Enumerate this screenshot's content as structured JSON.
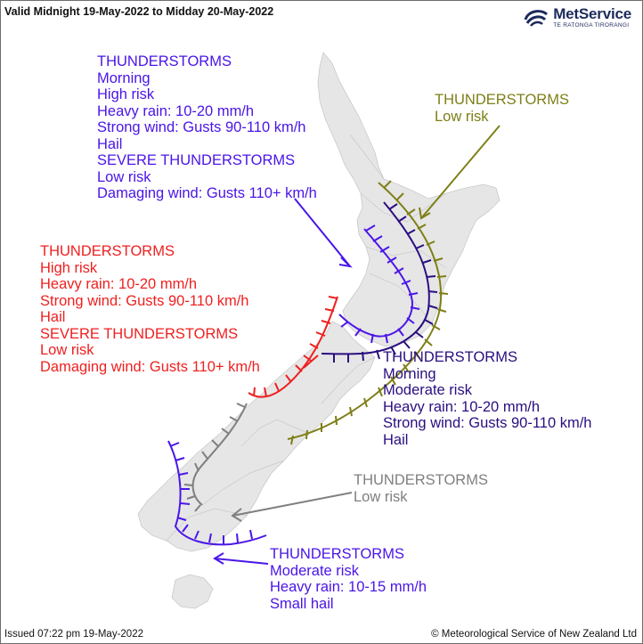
{
  "header": {
    "valid": "Valid Midnight 19-May-2022 to Midday 20-May-2022",
    "issued": "Issued 07:22 pm 19-May-2022",
    "copyright": "© Meteorological Service of New Zealand Ltd"
  },
  "brand": {
    "name": "MetService",
    "tagline": "TE RATONGA TIRORANGI"
  },
  "colors": {
    "blue": "#4b16e8",
    "red": "#ef2020",
    "olive": "#7e7f17",
    "navy": "#2a0e80",
    "grey": "#7f7f7f",
    "land": "#e6e6e6",
    "borders": "#bdbdbd"
  },
  "labels": {
    "blue_north": {
      "lines": [
        "THUNDERSTORMS",
        "Morning",
        "High risk",
        "Heavy rain: 10-20 mm/h",
        "Strong wind: Gusts 90-110 km/h",
        "Hail",
        "SEVERE THUNDERSTORMS",
        "Low risk",
        "Damaging wind: Gusts 110+ km/h"
      ]
    },
    "olive": {
      "lines": [
        "THUNDERSTORMS",
        "Low risk"
      ]
    },
    "red": {
      "lines": [
        "THUNDERSTORMS",
        "High risk",
        "Heavy rain: 10-20 mm/h",
        "Strong wind: Gusts 90-110 km/h",
        "Hail",
        "SEVERE THUNDERSTORMS",
        "Low risk",
        "Damaging wind: Gusts 110+ km/h"
      ]
    },
    "navy": {
      "lines": [
        "THUNDERSTORMS",
        "Morning",
        "Moderate risk",
        "Heavy rain: 10-20 mm/h",
        "Strong wind: Gusts 90-110 km/h",
        "Hail"
      ]
    },
    "grey": {
      "lines": [
        "THUNDERSTORMS",
        "Low risk"
      ]
    },
    "blue_south": {
      "lines": [
        "THUNDERSTORMS",
        "Moderate risk",
        "Heavy rain: 10-15 mm/h",
        "Small hail"
      ]
    }
  }
}
